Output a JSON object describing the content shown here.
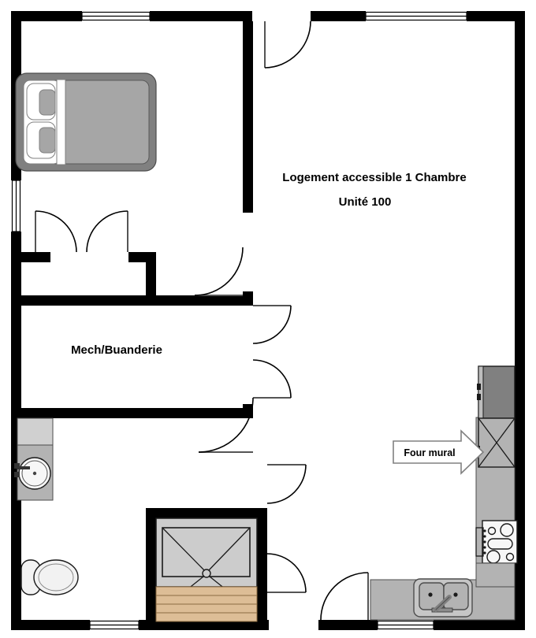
{
  "plan": {
    "title_line1": "Logement accessible 1 Chambre",
    "title_line2": "Unité 100",
    "rooms": [
      {
        "name": "living-room",
        "label": "Logement accessible 1 Chambre"
      },
      {
        "name": "unit-number",
        "label": "Unité 100"
      },
      {
        "name": "mechanical-laundry",
        "label": "Mech/Buanderie"
      }
    ],
    "labels": {
      "unit_title": "Logement accessible 1 Chambre",
      "unit_number": "Unité 100",
      "mech_laundry": "Mech/Buanderie",
      "wall_oven_callout": "Four mural"
    },
    "colors": {
      "wall": "#000000",
      "background": "#ffffff",
      "counter": "#b3b3b3",
      "cabinet_dark": "#808080",
      "bed_frame": "#808080",
      "bed_mattress": "#a6a6a6",
      "shower_fill": "#cccccc",
      "step_wood": "#ddbd96",
      "fixture_white": "#f2f2f2"
    },
    "fixtures": [
      {
        "name": "bed",
        "label": "Bed"
      },
      {
        "name": "bathroom-vanity-sink",
        "label": "Vanity sink"
      },
      {
        "name": "toilet",
        "label": "Toilet"
      },
      {
        "name": "roll-in-shower",
        "label": "Shower"
      },
      {
        "name": "refrigerator",
        "label": "Refrigerator"
      },
      {
        "name": "wall-oven",
        "label": "Four mural"
      },
      {
        "name": "cooktop-range",
        "label": "Cooktop"
      },
      {
        "name": "kitchen-sink",
        "label": "Kitchen sink"
      },
      {
        "name": "closet",
        "label": "Closet"
      }
    ]
  }
}
